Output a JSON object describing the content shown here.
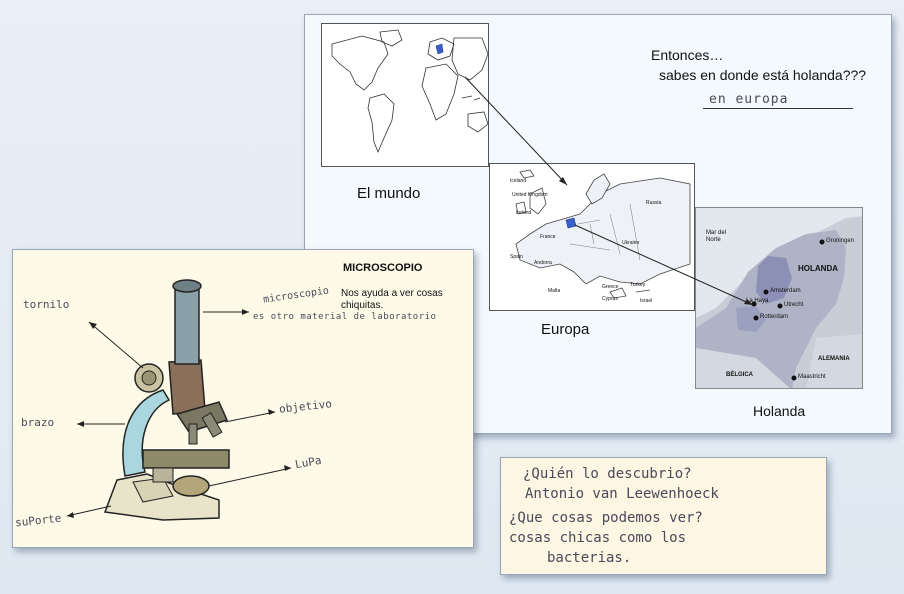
{
  "map_card": {
    "question_line1": "Entonces…",
    "question_line2": "sabes en donde está holanda???",
    "answer_handwritten": "en europa",
    "world_caption": "El mundo",
    "europe_caption": "Europa",
    "holland_caption": "Holanda",
    "europe_map_labels": [
      "Iceland",
      "United Kingdom",
      "Ireland",
      "France",
      "Spain",
      "Andorra",
      "Malta",
      "Russia",
      "Ukraine",
      "Turkey",
      "Greece",
      "Cyprus",
      "Israel"
    ],
    "holland_map_labels": {
      "sea": "Mar del Norte",
      "country": "HOLANDA",
      "germany": "ALEMANIA",
      "belgium": "BÉLGICA",
      "cities": [
        "Groningen",
        "Amsterdam",
        "La Haya",
        "Utrecht",
        "Rotterdam",
        "Maastricht"
      ]
    }
  },
  "micro_card": {
    "title": "MICROSCOPIO",
    "description": "Nos ayuda a ver cosas chiquitas.",
    "labels": {
      "tornillo": "tornilo",
      "brazo": "brazo",
      "soporte": "suPorte",
      "microscopio_note": "microscopio",
      "microscopio_note2": "es otro material de laboratorio",
      "objetivo": "objetivo",
      "lupa": "LuPa"
    }
  },
  "note_card": {
    "lines": [
      "¿Quién lo descubrio?",
      "Antonio van Leewenhoeck",
      "¿Que cosas podemos ver?",
      "cosas chicas como los",
      "bacterias."
    ]
  }
}
